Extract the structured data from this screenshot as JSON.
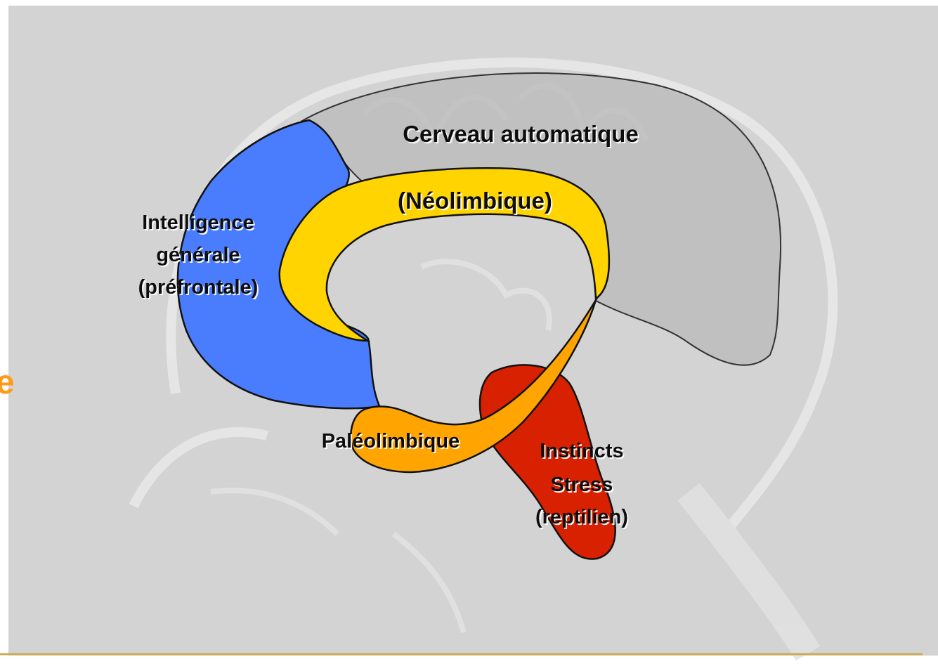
{
  "labels": {
    "cerveau_automatique": "Cerveau automatique",
    "neolimbique": "(Néolimbique)",
    "intelligence_line1": "Intelligence",
    "intelligence_line2": "générale",
    "intelligence_line3": "(préfrontale)",
    "paleolimbique": "Paléolimbique",
    "instincts_line1": "Instincts",
    "instincts_line2": "Stress",
    "instincts_line3": "(reptilien)",
    "edge_fragment": "e"
  },
  "colors": {
    "background": "#d3d3d3",
    "neocortex_fill": "#b9b9b9",
    "prefrontal_fill": "#4a7dfd",
    "neolimbic_fill": "#ffd400",
    "paleolimbic_fill": "#ffa400",
    "reptilian_fill": "#d72100",
    "label_text": "#111111",
    "label_shadow": "#ffffff",
    "edge_fragment": "#ff9a1a",
    "footer_rule": "#c9ad5a"
  }
}
